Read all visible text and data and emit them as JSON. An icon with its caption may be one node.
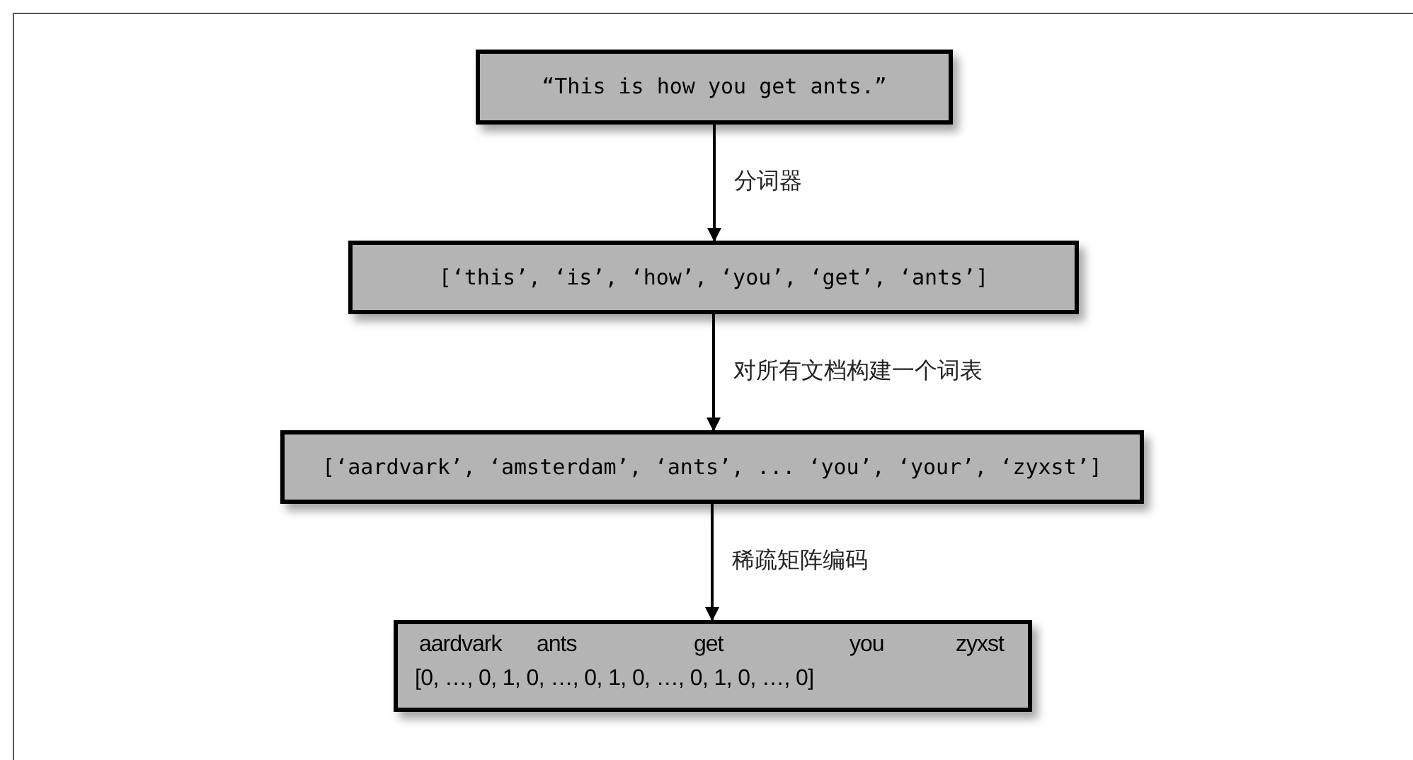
{
  "diagram": {
    "nodes": [
      {
        "text": [
          "“This is how you get ants.”"
        ]
      },
      {
        "text": [
          "[‘this’, ‘is’, ‘how’, ‘you’, ‘get’, ‘ants’]"
        ]
      },
      {
        "text": [
          "[‘aardvark’, ‘amsterdam’, ‘ants’, ... ‘you’, ‘your’, ‘zyxst’]"
        ]
      },
      {
        "text": [
          "aardvark",
          "ants",
          "get",
          "you",
          "zyxst",
          "[0, …, 0, 1, 0, …, 0, 1, 0, …, 0, 1, 0, …, 0]"
        ]
      }
    ],
    "edges": [
      {
        "from": 0,
        "to": 1,
        "arrow": "to",
        "label": "分词器"
      },
      {
        "from": 1,
        "to": 2,
        "arrow": "to",
        "label": "对所有文档构建一个词表"
      },
      {
        "from": 2,
        "to": 3,
        "arrow": "to",
        "label": "稀疏矩阵编码"
      }
    ]
  }
}
